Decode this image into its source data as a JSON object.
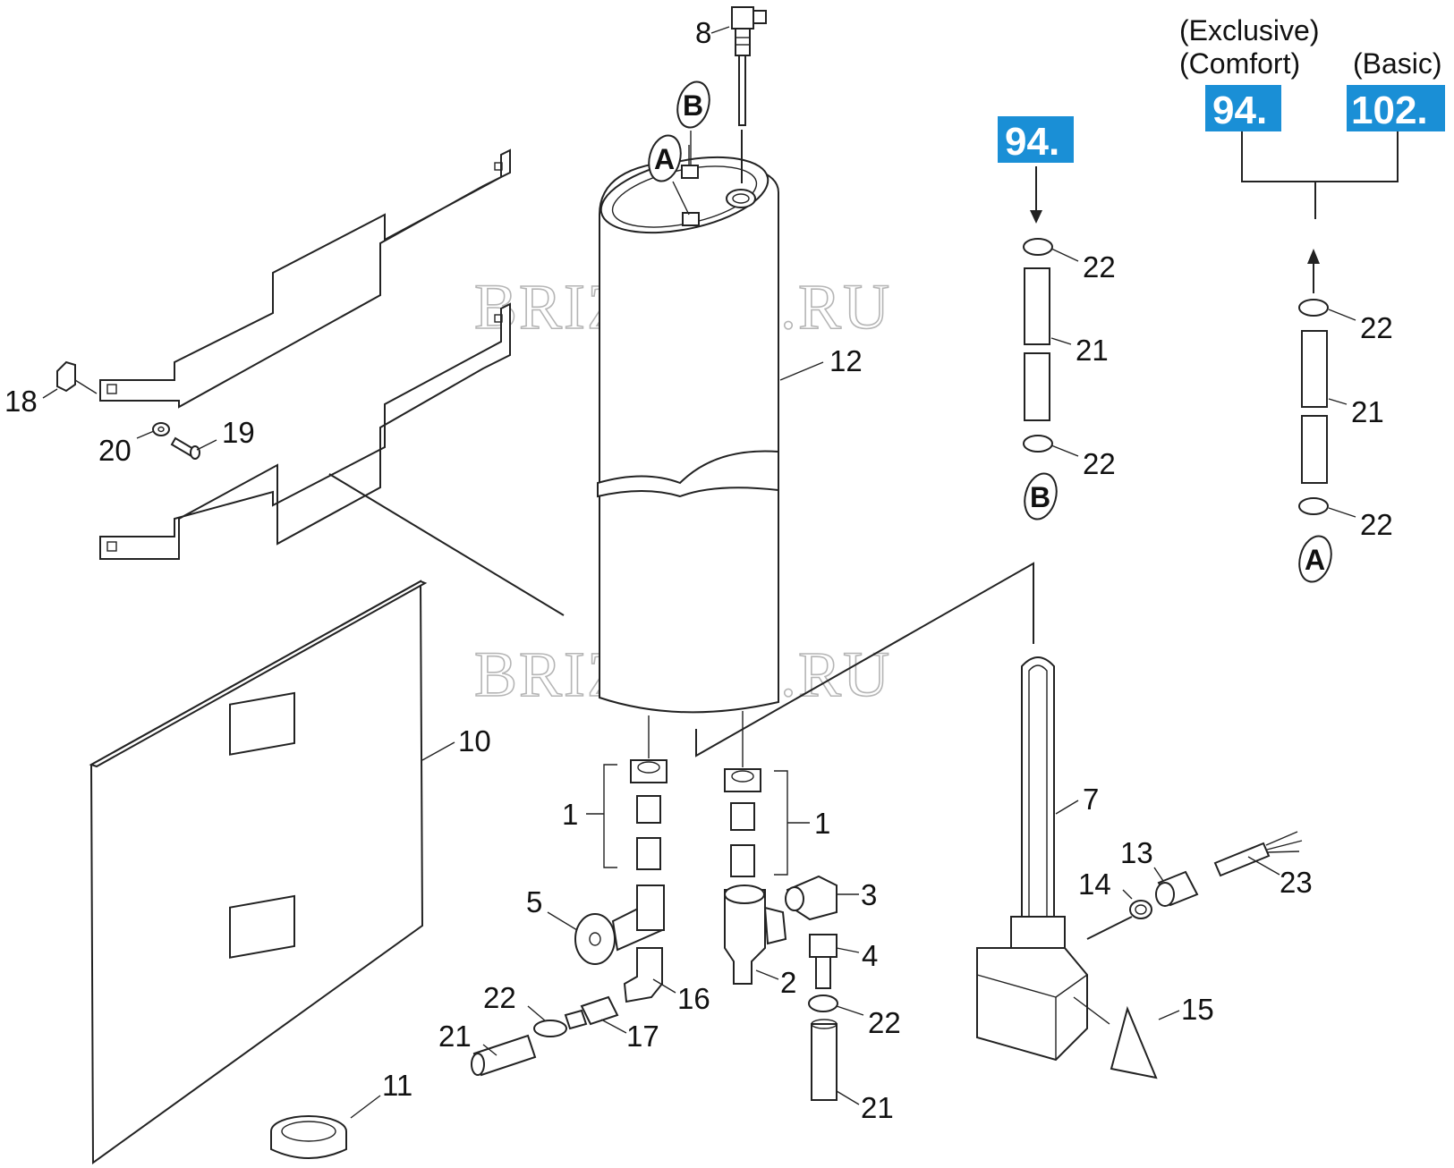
{
  "watermark": "BRIZCOM.RU",
  "variants": {
    "exclusive": "(Exclusive)",
    "comfort": "(Comfort)",
    "basic": "(Basic)"
  },
  "badges": {
    "left": "94.",
    "top_mid": "94.",
    "right": "102."
  },
  "colors": {
    "badge_blue": "#1a8fd6",
    "line": "#222222"
  },
  "connectors": {
    "a": "A",
    "b": "B"
  },
  "labels": {
    "p1a": "1",
    "p1b": "1",
    "p2": "2",
    "p3": "3",
    "p4": "4",
    "p5": "5",
    "p7": "7",
    "p8": "8",
    "p10": "10",
    "p11": "11",
    "p12": "12",
    "p13": "13",
    "p14": "14",
    "p15": "15",
    "p16": "16",
    "p17": "17",
    "p18": "18",
    "p19": "19",
    "p20": "20",
    "p21a": "21",
    "p21b": "21",
    "p21c": "21",
    "p21d": "21",
    "p22a": "22",
    "p22b": "22",
    "p22c": "22",
    "p22d": "22",
    "p22e": "22",
    "p22f": "22",
    "p23": "23"
  }
}
